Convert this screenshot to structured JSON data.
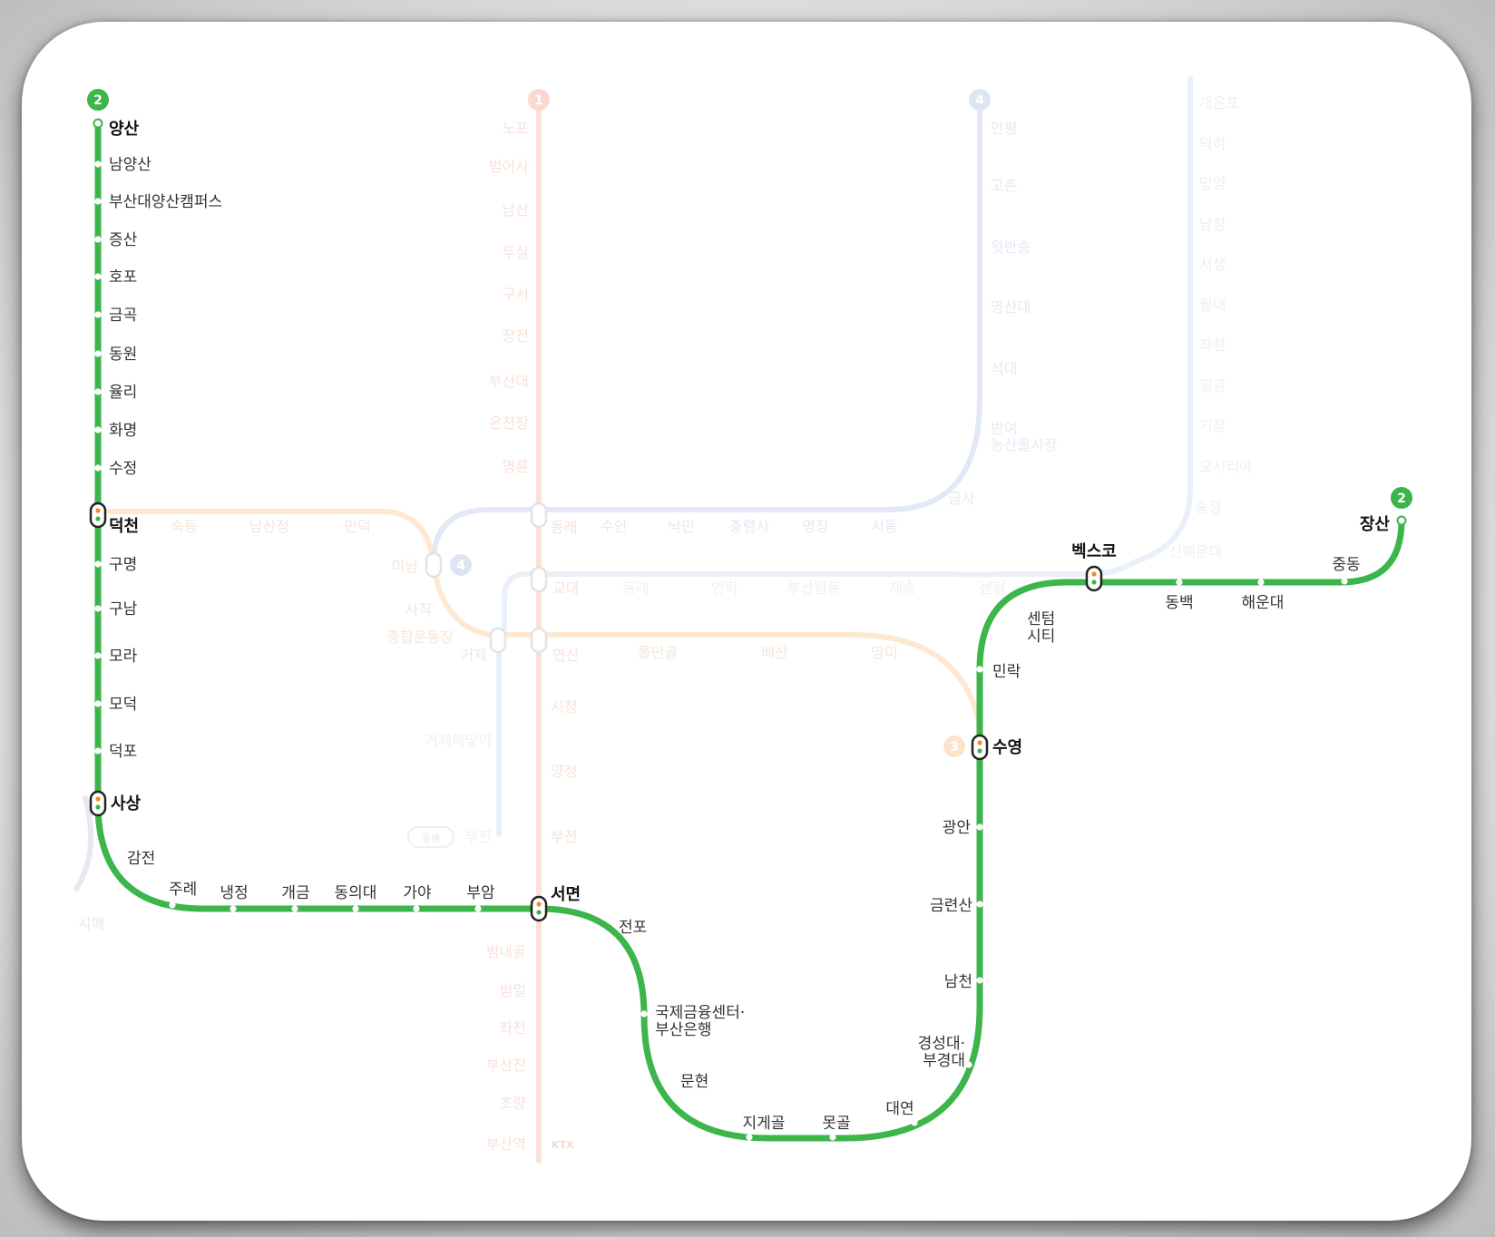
{
  "map": {
    "line2": {
      "badge": "2",
      "color": "#3cb54a",
      "stations": [
        {
          "name": "양산",
          "type": "terminal"
        },
        {
          "name": "남양산",
          "type": "normal"
        },
        {
          "name": "부산대양산캠퍼스",
          "type": "normal"
        },
        {
          "name": "증산",
          "type": "normal"
        },
        {
          "name": "호포",
          "type": "normal"
        },
        {
          "name": "금곡",
          "type": "normal"
        },
        {
          "name": "동원",
          "type": "normal"
        },
        {
          "name": "율리",
          "type": "normal"
        },
        {
          "name": "화명",
          "type": "normal"
        },
        {
          "name": "수정",
          "type": "normal"
        },
        {
          "name": "덕천",
          "type": "transfer"
        },
        {
          "name": "구명",
          "type": "normal"
        },
        {
          "name": "구남",
          "type": "normal"
        },
        {
          "name": "모라",
          "type": "normal"
        },
        {
          "name": "모덕",
          "type": "normal"
        },
        {
          "name": "덕포",
          "type": "normal"
        },
        {
          "name": "사상",
          "type": "transfer"
        },
        {
          "name": "감전",
          "type": "normal"
        },
        {
          "name": "주례",
          "type": "normal"
        },
        {
          "name": "냉정",
          "type": "normal"
        },
        {
          "name": "개금",
          "type": "normal"
        },
        {
          "name": "동의대",
          "type": "normal"
        },
        {
          "name": "가야",
          "type": "normal"
        },
        {
          "name": "부암",
          "type": "normal"
        },
        {
          "name": "서면",
          "type": "transfer"
        },
        {
          "name": "전포",
          "type": "normal"
        },
        {
          "name": "국제금융센터·\n부산은행",
          "type": "normal"
        },
        {
          "name": "문현",
          "type": "normal"
        },
        {
          "name": "지게골",
          "type": "normal"
        },
        {
          "name": "못골",
          "type": "normal"
        },
        {
          "name": "대연",
          "type": "normal"
        },
        {
          "name": "경성대·\n부경대",
          "type": "normal"
        },
        {
          "name": "남천",
          "type": "normal"
        },
        {
          "name": "금련산",
          "type": "normal"
        },
        {
          "name": "광안",
          "type": "normal"
        },
        {
          "name": "수영",
          "type": "transfer"
        },
        {
          "name": "민락",
          "type": "normal"
        },
        {
          "name": "센텀\n시티",
          "type": "normal"
        },
        {
          "name": "벡스코",
          "type": "transfer"
        },
        {
          "name": "동백",
          "type": "normal"
        },
        {
          "name": "해운대",
          "type": "normal"
        },
        {
          "name": "중동",
          "type": "normal"
        },
        {
          "name": "장산",
          "type": "terminal"
        }
      ]
    },
    "faded": {
      "line1": {
        "badge": "1",
        "color": "#f5b49e",
        "stations": [
          "노포",
          "범어사",
          "남산",
          "두실",
          "구서",
          "장전",
          "부산대",
          "온천장",
          "명륜",
          "동래",
          "교대",
          "연산",
          "시청",
          "양정",
          "부전",
          "서면",
          "범내골",
          "범일",
          "좌천",
          "부산진",
          "초량",
          "부산역"
        ],
        "note": "KTX"
      },
      "line3": {
        "badge": "3",
        "color": "#f7cda0",
        "stations": [
          "숙등",
          "남산정",
          "만덕",
          "미남",
          "사직",
          "종합운동장",
          "거제",
          "연산",
          "물만골",
          "배산",
          "망미",
          "수영"
        ]
      },
      "line4": {
        "badge": "4",
        "color": "#c3d0ec",
        "stations": [
          "안평",
          "고촌",
          "윗반송",
          "영산대",
          "석대",
          "반여\n농산물시장",
          "금사",
          "서동",
          "명장",
          "충렬사",
          "낙민",
          "수안",
          "동래",
          "미남"
        ]
      },
      "donghae": {
        "color": "#dce6f4",
        "stations": [
          "개운포",
          "덕하",
          "망양",
          "남창",
          "서생",
          "월내",
          "좌천",
          "일광",
          "기장",
          "오시리아",
          "송정",
          "신해운대",
          "벡스코",
          "센텀",
          "재송",
          "부산원동",
          "안락",
          "동래",
          "교대",
          "거제해맞이",
          "거제",
          "부전"
        ],
        "tag": "동해"
      },
      "edge_left": [
        "시매"
      ]
    }
  }
}
